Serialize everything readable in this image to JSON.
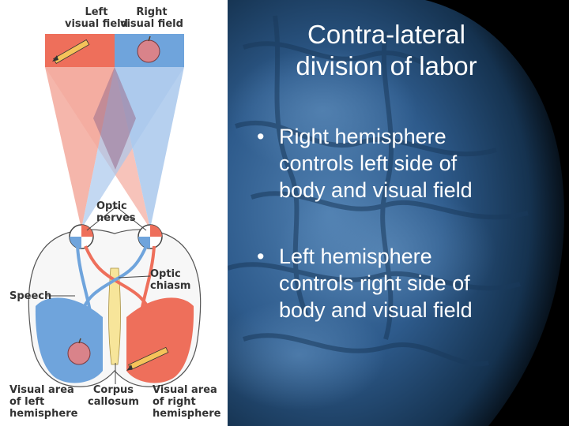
{
  "slide": {
    "title_lines": [
      "Contra-lateral",
      "division of labor"
    ],
    "bullets": [
      {
        "lines": [
          "Right hemisphere",
          "controls left side of",
          "body and visual field"
        ]
      },
      {
        "lines": [
          "Left hemisphere",
          "controls right side of",
          "body and visual field"
        ]
      }
    ],
    "bullet_glyph": "•"
  },
  "diagram": {
    "labels": {
      "left_visual_field": [
        "Left",
        "visual field"
      ],
      "right_visual_field": [
        "Right",
        "visual field"
      ],
      "optic_nerves": [
        "Optic",
        "nerves"
      ],
      "optic_chiasm": [
        "Optic",
        "chiasm"
      ],
      "speech": "Speech",
      "visual_area_left": [
        "Visual area",
        "of left",
        "hemisphere"
      ],
      "corpus_callosum": [
        "Corpus",
        "callosum"
      ],
      "visual_area_right": [
        "Visual area",
        "of right",
        "hemisphere"
      ]
    },
    "icons": [
      "pencil-icon",
      "apple-icon"
    ],
    "colors": {
      "left_field": "#ee6f5b",
      "right_field": "#6fa4dc",
      "left_field_light": "#f3a99c",
      "right_field_light": "#a9c8ec",
      "overlap": "#9b6f8e",
      "corpus": "#f7e59a",
      "background": "#000000",
      "text": "#ffffff"
    }
  }
}
